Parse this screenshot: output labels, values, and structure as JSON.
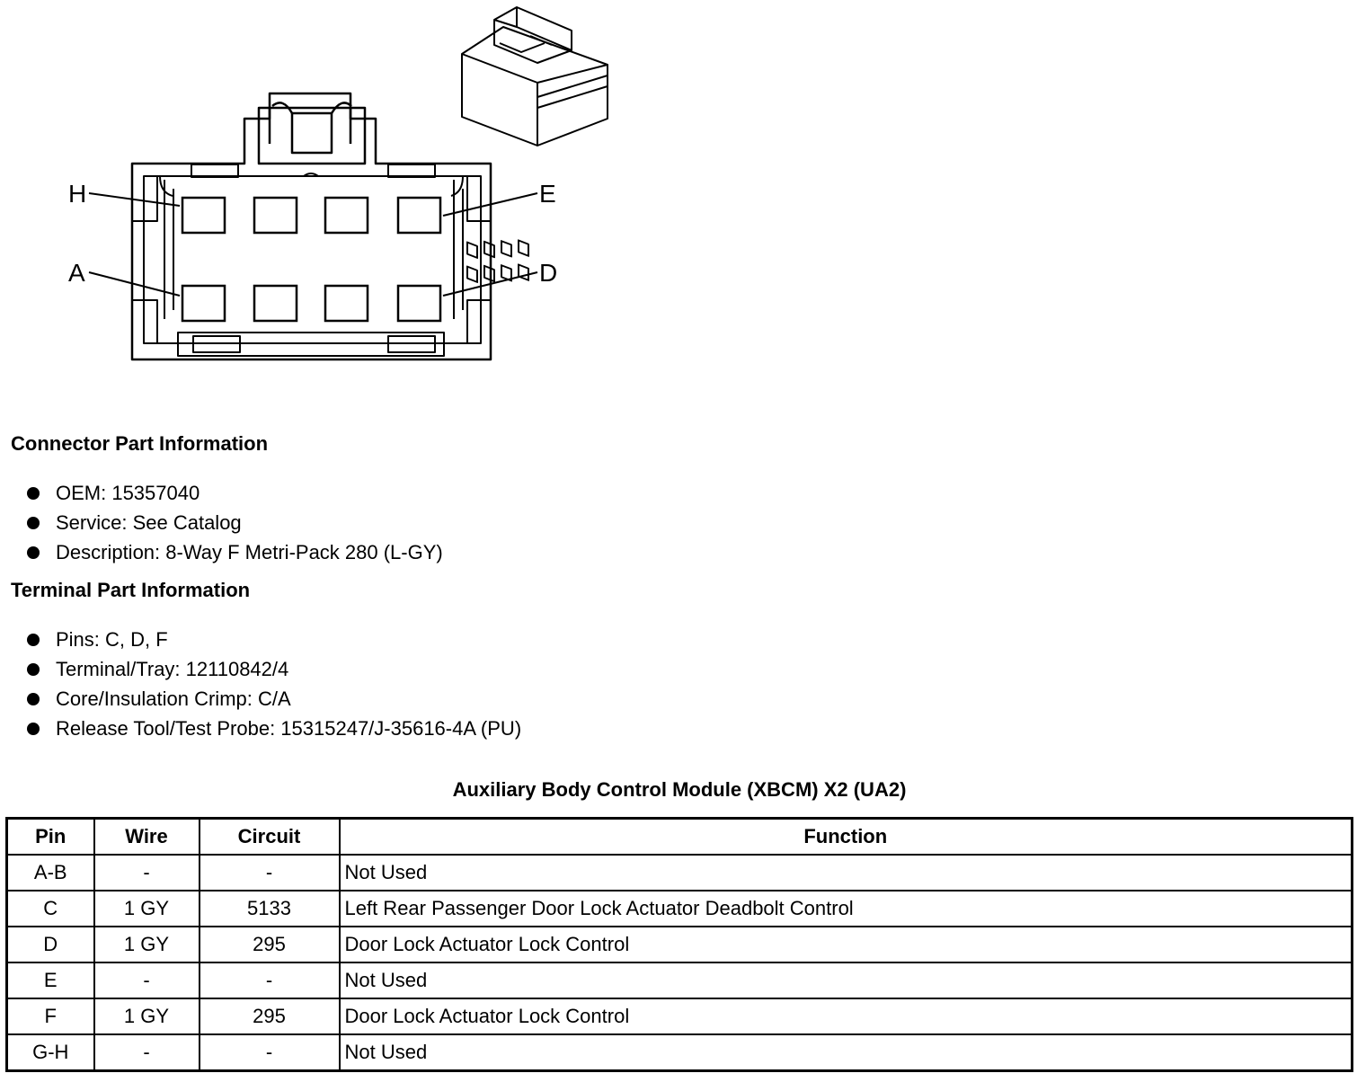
{
  "diagram": {
    "pin_labels": [
      "H",
      "E",
      "A",
      "D"
    ]
  },
  "connector_info": {
    "heading": "Connector Part Information",
    "items": [
      "OEM: 15357040",
      "Service: See Catalog",
      "Description: 8-Way F Metri-Pack 280 (L-GY)"
    ]
  },
  "terminal_info": {
    "heading": "Terminal Part Information",
    "items": [
      "Pins: C, D, F",
      "Terminal/Tray: 12110842/4",
      "Core/Insulation Crimp: C/A",
      "Release Tool/Test Probe: 15315247/J-35616-4A (PU)"
    ]
  },
  "table": {
    "title": "Auxiliary Body Control Module (XBCM) X2 (UA2)",
    "headers": [
      "Pin",
      "Wire",
      "Circuit",
      "Function"
    ],
    "rows": [
      [
        "A-B",
        "-",
        "-",
        "Not Used"
      ],
      [
        "C",
        "1 GY",
        "5133",
        "Left Rear Passenger Door Lock Actuator Deadbolt Control"
      ],
      [
        "D",
        "1 GY",
        "295",
        "Door Lock Actuator Lock Control"
      ],
      [
        "E",
        "-",
        "-",
        "Not Used"
      ],
      [
        "F",
        "1 GY",
        "295",
        "Door Lock Actuator Lock Control"
      ],
      [
        "G-H",
        "-",
        "-",
        "Not Used"
      ]
    ]
  }
}
